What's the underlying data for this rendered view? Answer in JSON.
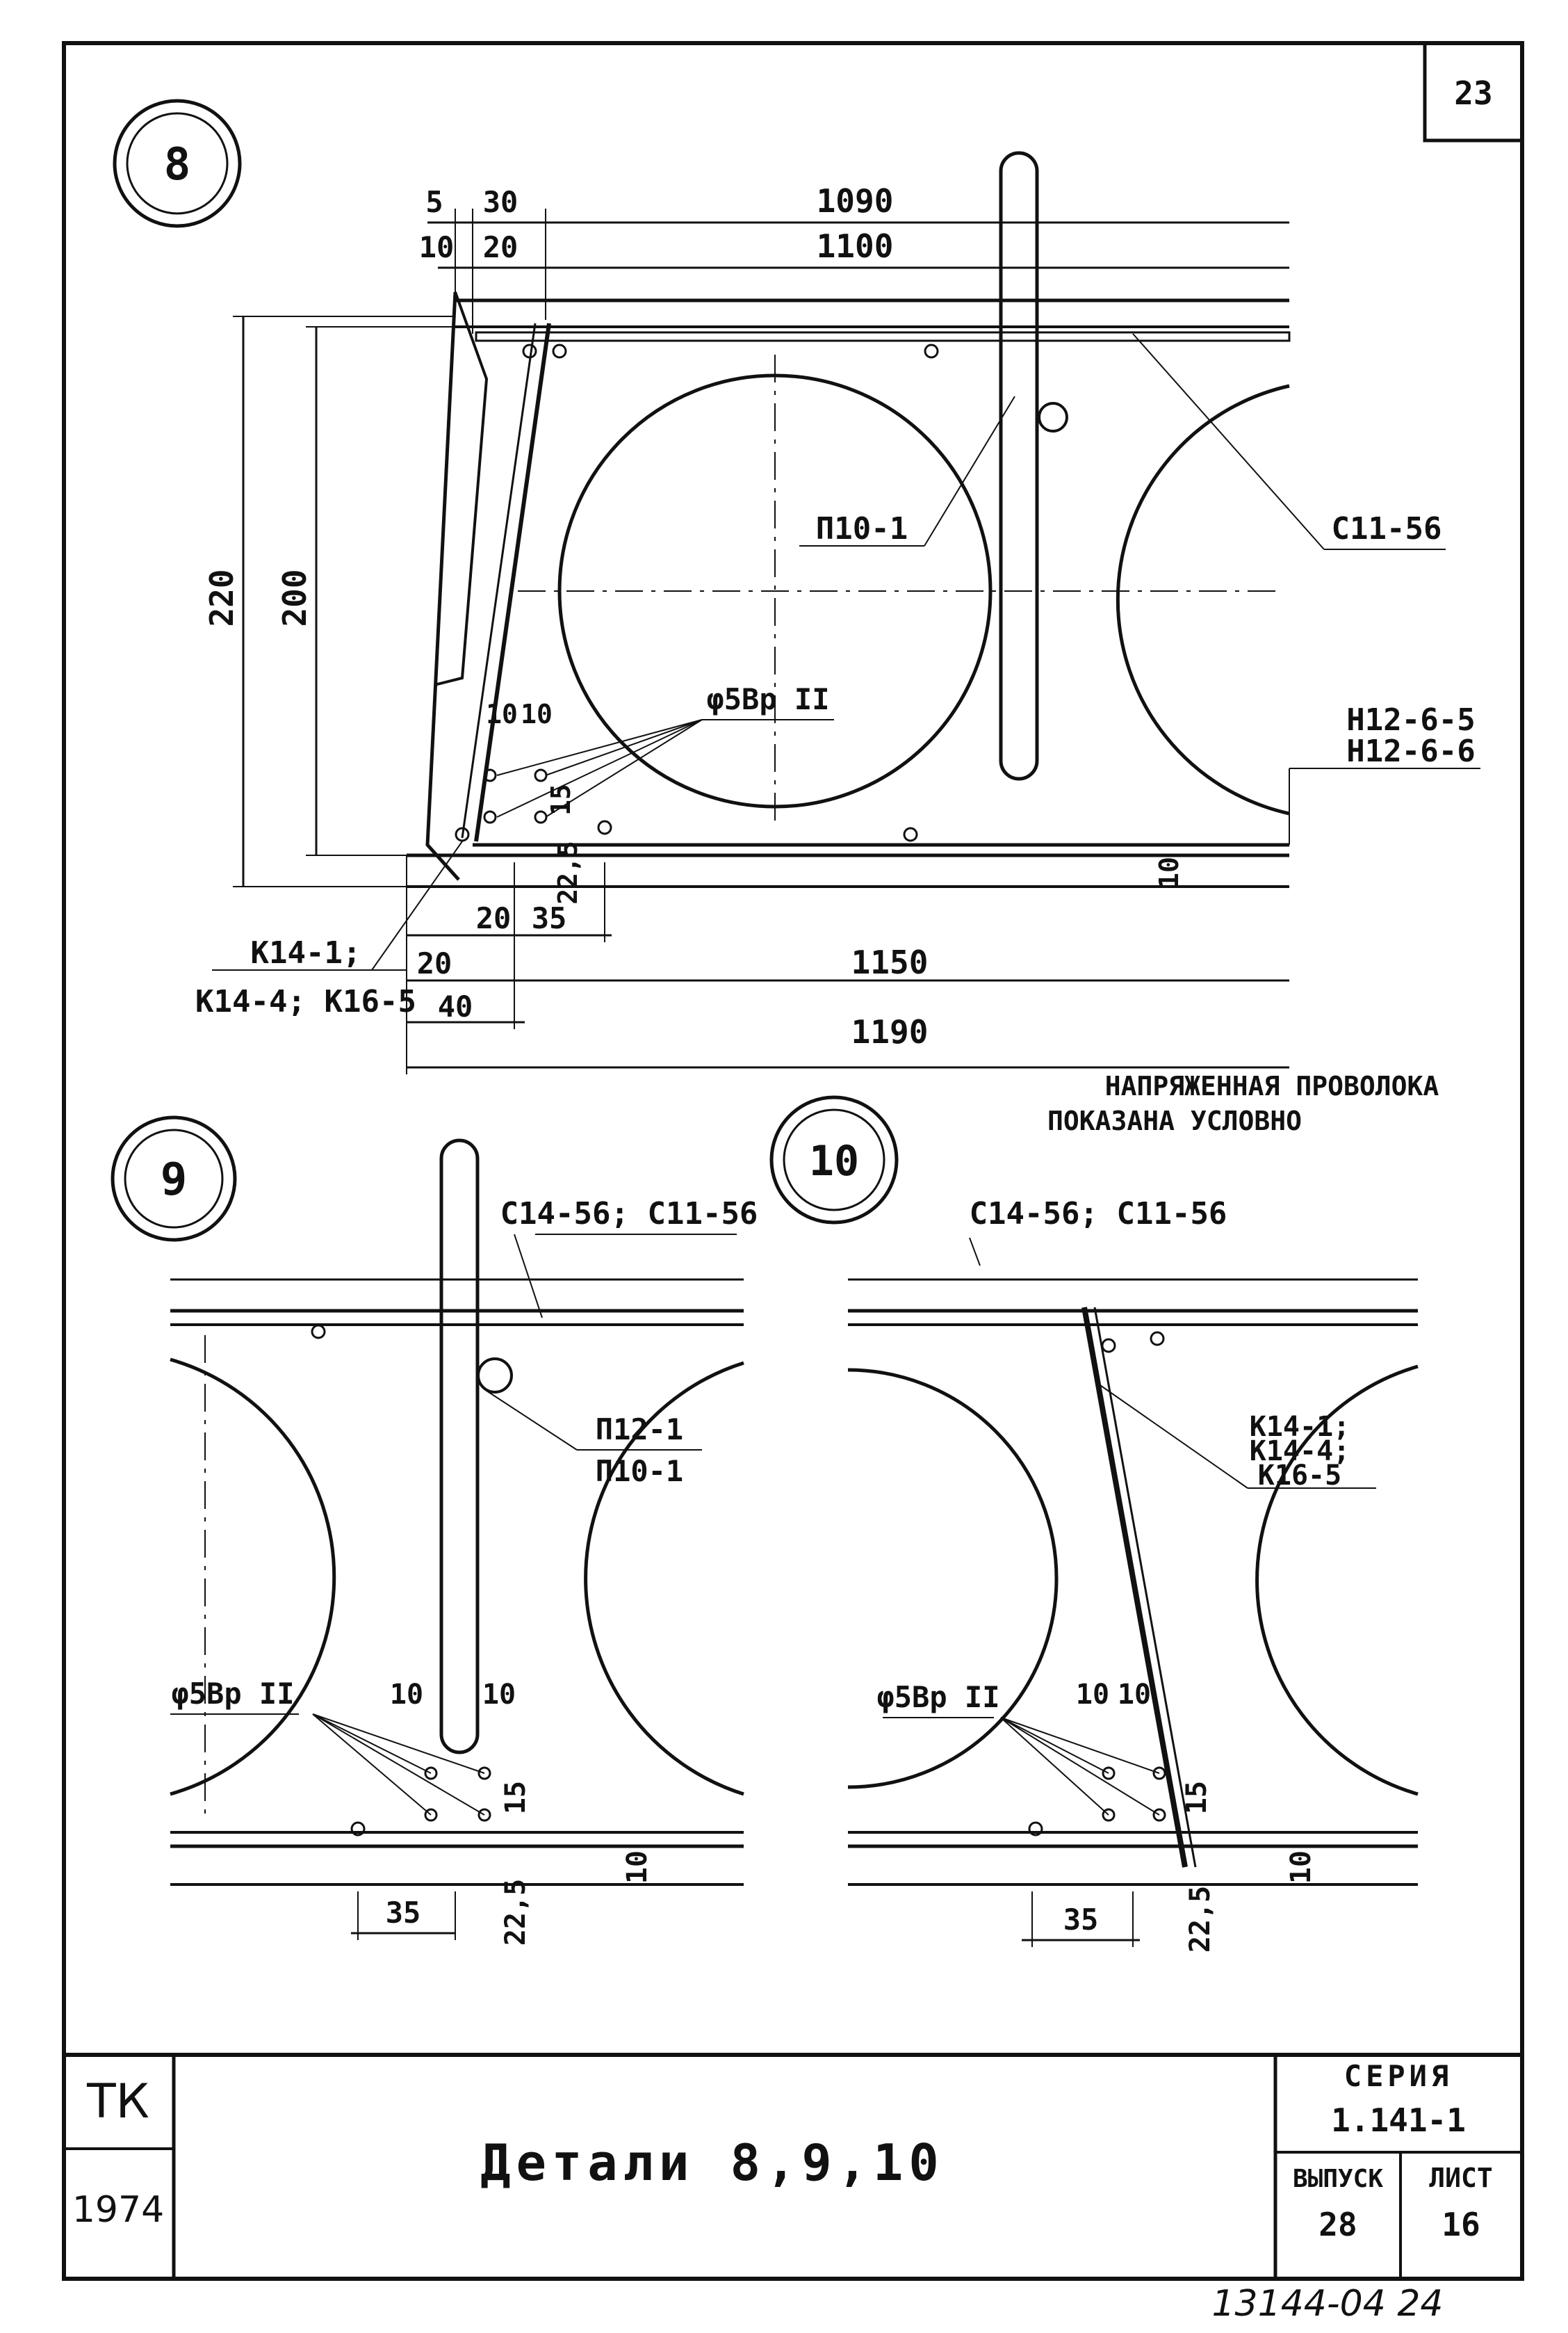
{
  "sheet_number": "23",
  "details": [
    {
      "id": "8"
    },
    {
      "id": "9"
    },
    {
      "id": "10"
    }
  ],
  "detail8": {
    "dims_top": [
      "5",
      "30",
      "1090",
      "10",
      "20",
      "1100"
    ],
    "dims_left": [
      "220",
      "200"
    ],
    "dims_bottom": [
      "20",
      "35",
      "20",
      "1150",
      "40",
      "1190"
    ],
    "dims_small": [
      "10",
      "10",
      "15",
      "22,5",
      "10"
    ],
    "labels": {
      "p10": "П10-1",
      "c11": "С11-56",
      "wire": "φ5Вр II",
      "n12a": "Н12-6-5",
      "n12b": "Н12-6-6",
      "k_line1": "К14-1;",
      "k_line2": "К14-4; К16-5"
    }
  },
  "note": {
    "line1": "НАПРЯЖЕННАЯ ПРОВОЛОКА",
    "line2": "ПОКАЗАНА УСЛОВНО"
  },
  "detail9": {
    "label_c": "С14-56; С11-56",
    "label_p1": "П12-1",
    "label_p2": "П10-1",
    "label_wire": "φ5Вр II",
    "dims": [
      "10",
      "10",
      "15",
      "10",
      "35",
      "22,5"
    ]
  },
  "detail10": {
    "label_c": "С14-56; С11-56",
    "label_k1": "К14-1;",
    "label_k2": "К14-4;",
    "label_k3": "К16-5",
    "label_wire": "φ5Вр II",
    "dims": [
      "10",
      "10",
      "15",
      "10",
      "35",
      "22,5"
    ]
  },
  "title_block": {
    "org": "ТК",
    "year": "1974",
    "title": "Детали 8,9,10",
    "series_label": "СЕРИЯ",
    "series_value": "1.141-1",
    "issue_label": "ВЫПУСК",
    "issue_value": "28",
    "sheet_label": "ЛИСТ",
    "sheet_value": "16"
  },
  "archive_number": "13144-04 24"
}
